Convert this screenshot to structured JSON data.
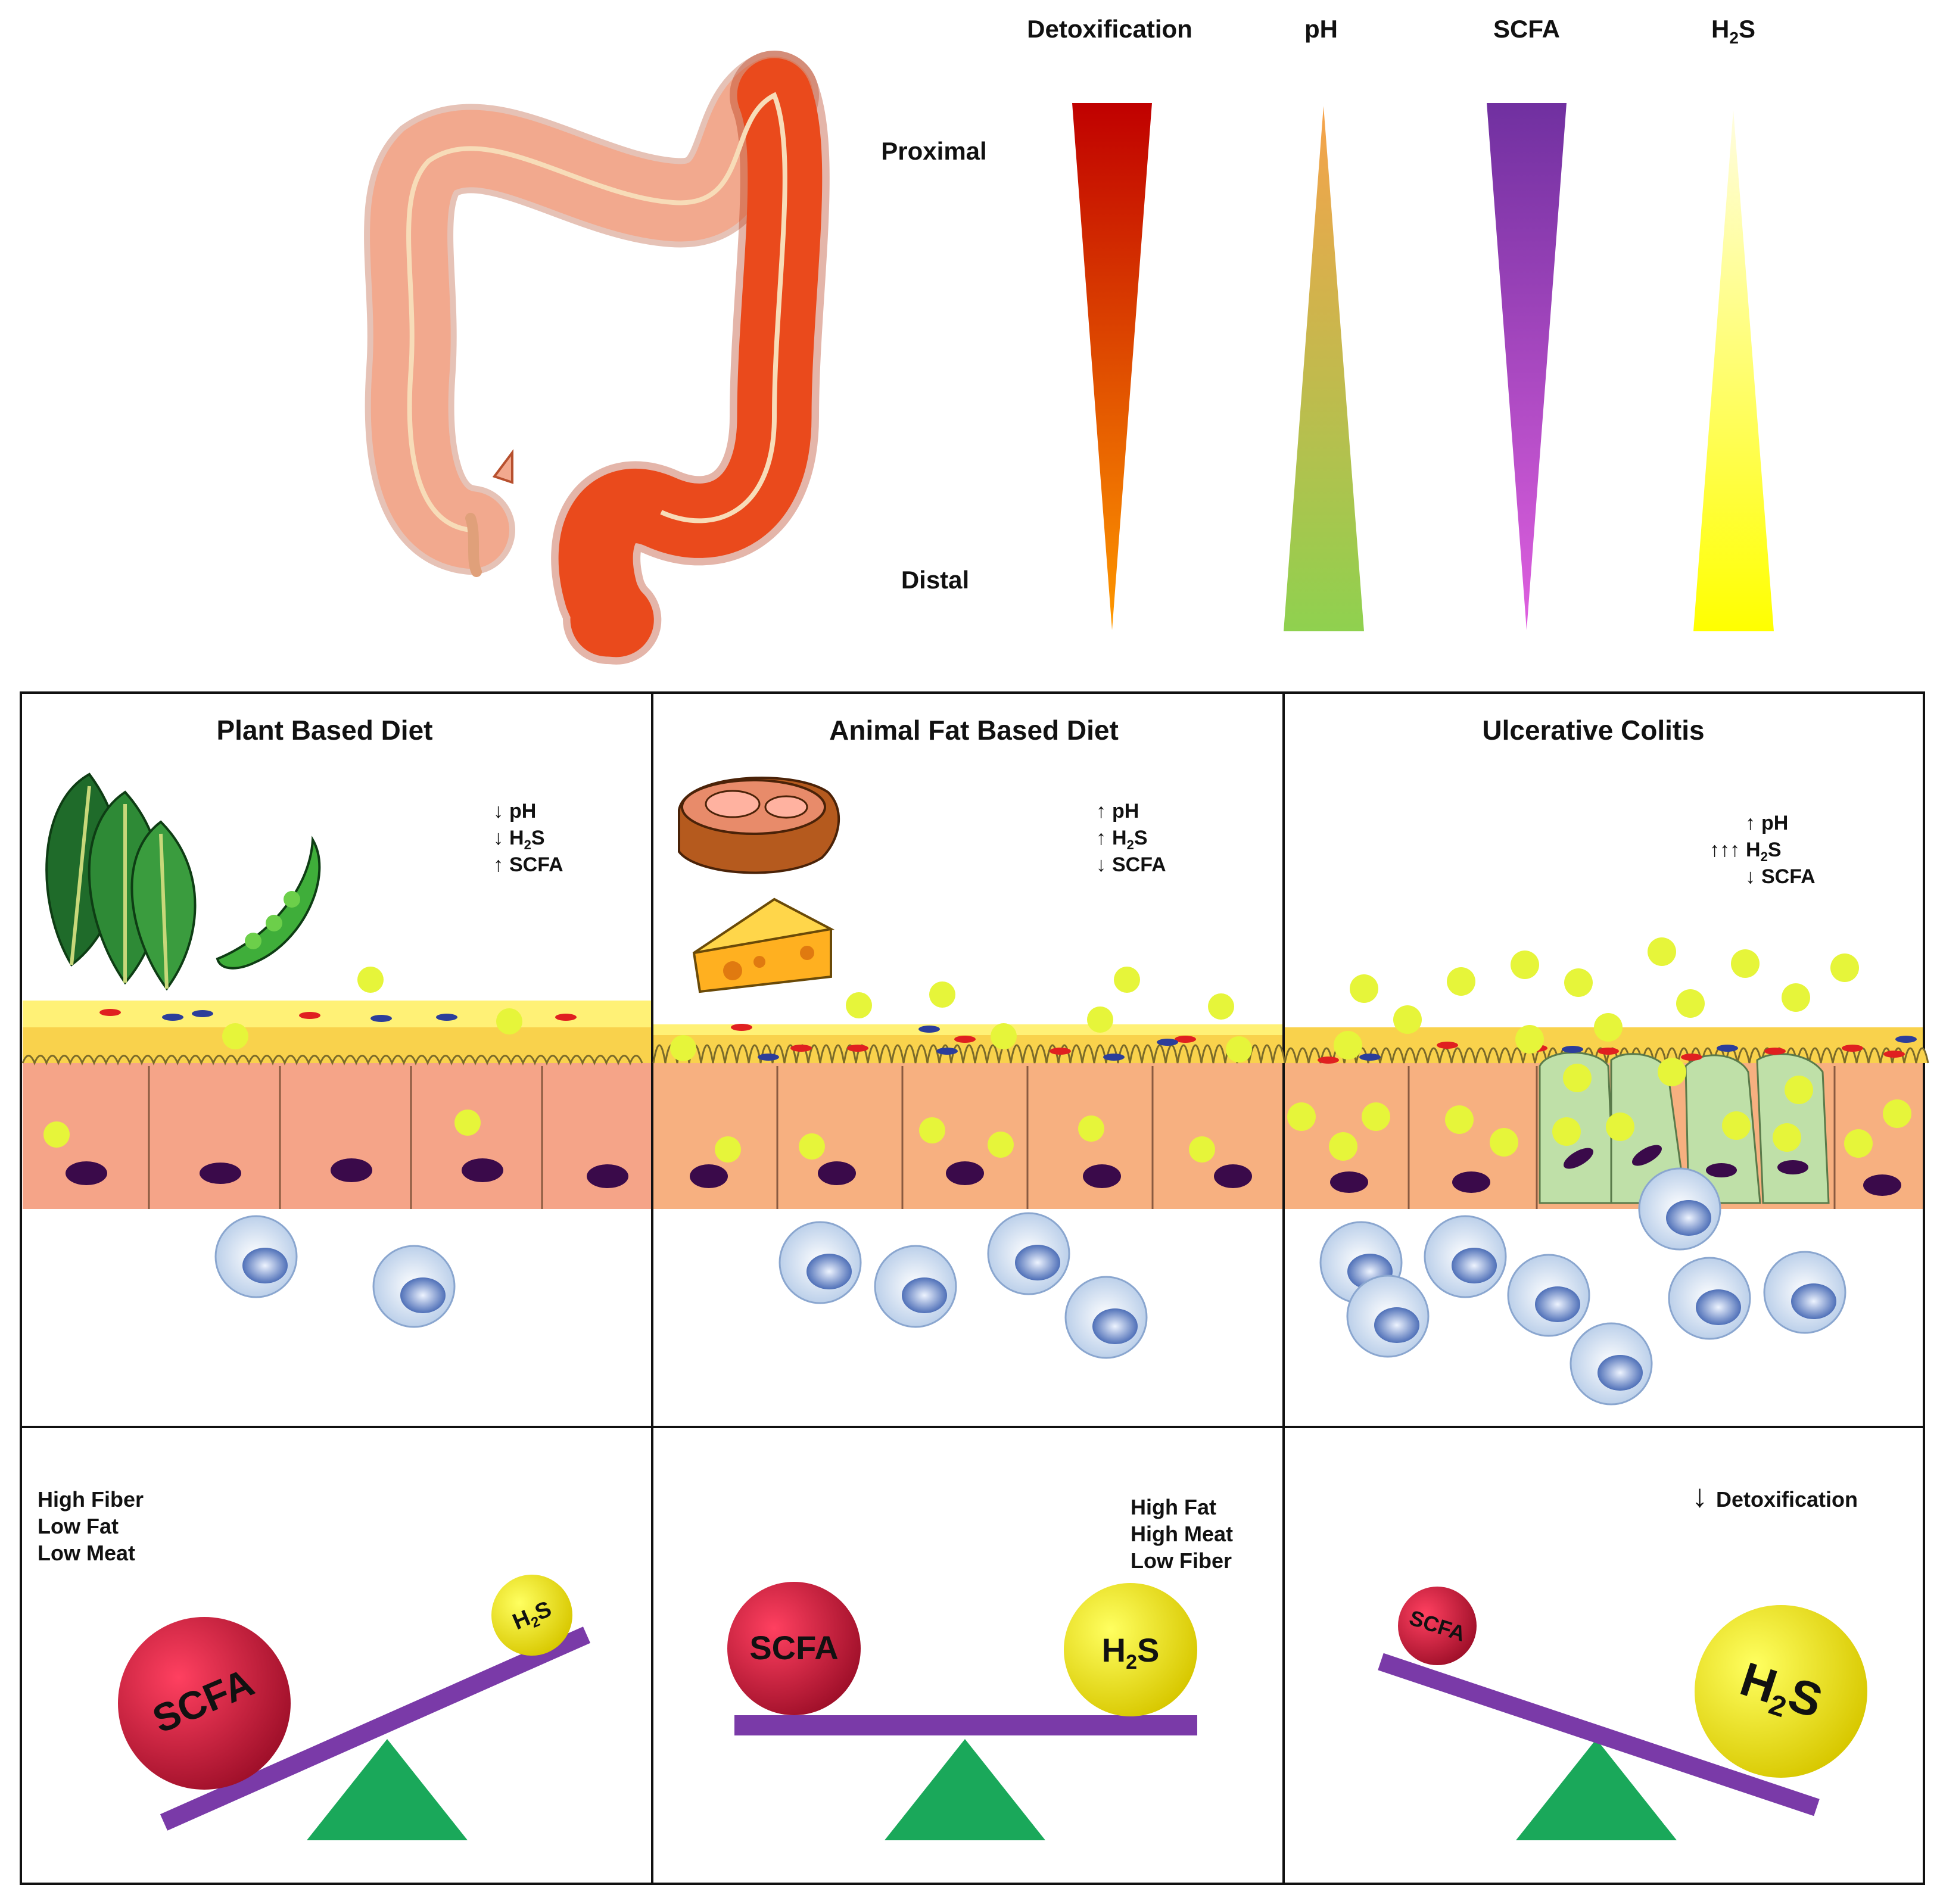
{
  "gradient_header": {
    "labels": [
      "Detoxification",
      "pH",
      "SCFA",
      "H",
      "2",
      "S"
    ],
    "proximal": "Proximal",
    "distal": "Distal",
    "colors": {
      "detox_top": "#c00000",
      "detox_bottom": "#ff9a00",
      "ph_top": "#f7a24b",
      "ph_bottom": "#8fd14f",
      "scfa_top": "#7030a0",
      "scfa_bottom": "#e060e0",
      "h2s_top": "#fffde0",
      "h2s_bottom": "#ffff00"
    }
  },
  "panels": [
    {
      "title": "Plant Based Diet",
      "indicators": [
        {
          "arrow": "↓",
          "text": "pH"
        },
        {
          "arrow": "↓",
          "text": "H",
          "sub": "2",
          "tail": "S"
        },
        {
          "arrow": "↑",
          "text": "SCFA"
        }
      ],
      "diet": [
        "High Fiber",
        "Low Fat",
        "Low Meat"
      ],
      "scale": {
        "left_ball": "SCFA",
        "right_ball": "H",
        "right_sub": "2",
        "right_tail": "S"
      }
    },
    {
      "title": "Animal Fat Based Diet",
      "indicators": [
        {
          "arrow": "↑",
          "text": "pH"
        },
        {
          "arrow": "↑",
          "text": "H",
          "sub": "2",
          "tail": "S"
        },
        {
          "arrow": "↓",
          "text": "SCFA"
        }
      ],
      "diet": [
        "High Fat",
        "High Meat",
        "Low Fiber"
      ],
      "scale": {
        "left_ball": "SCFA",
        "right_ball": "H",
        "right_sub": "2",
        "right_tail": "S"
      }
    },
    {
      "title": "Ulcerative Colitis",
      "indicators": [
        {
          "arrow": "↑",
          "text": "pH"
        },
        {
          "arrow": "↑↑↑",
          "text": "H",
          "sub": "2",
          "tail": "S"
        },
        {
          "arrow": "↓",
          "text": "SCFA"
        }
      ],
      "detox_note": {
        "arrow": "↓",
        "text": "Detoxification"
      },
      "scale": {
        "left_ball": "SCFA",
        "right_ball": "H",
        "right_sub": "2",
        "right_tail": "S"
      }
    }
  ]
}
